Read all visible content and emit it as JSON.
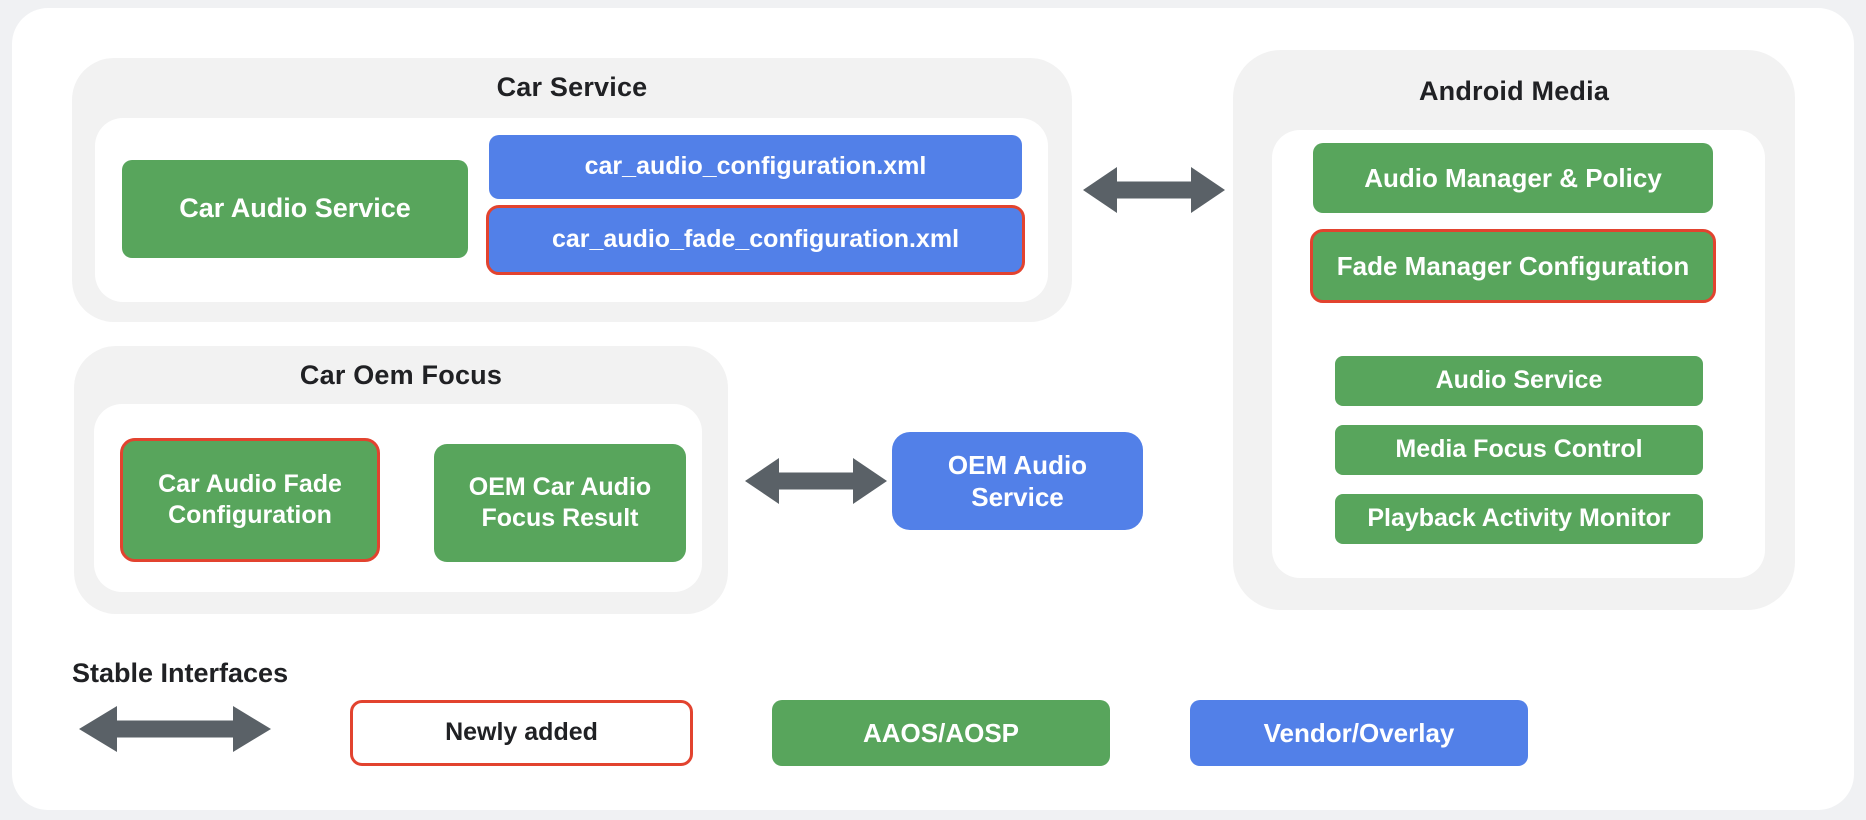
{
  "colors": {
    "green": "#58A55C",
    "blue": "#5280E8",
    "red_outline": "#E2432F",
    "arrow_gray": "#5A6167",
    "container_gray": "#F2F2F2",
    "page_bg": "#F0F1F3",
    "card_bg": "#FFFFFF",
    "dark_text": "#202124",
    "box_text": "#FFFFFF"
  },
  "car_service": {
    "title": "Car Service",
    "car_audio_service": "Car Audio Service",
    "config_xml": "car_audio_configuration.xml",
    "fade_config_xml": "car_audio_fade_configuration.xml"
  },
  "android_media": {
    "title": "Android Media",
    "items": [
      "Audio Manager & Policy",
      "Fade Manager Configuration",
      "Audio Service",
      "Media Focus Control",
      "Playback Activity Monitor"
    ]
  },
  "car_oem_focus": {
    "title": "Car Oem Focus",
    "fade_configuration": "Car Audio Fade Configuration",
    "focus_result": "OEM Car Audio Focus Result"
  },
  "oem_audio_service": {
    "label": "OEM Audio Service"
  },
  "legend": {
    "stable_interfaces": "Stable Interfaces",
    "newly_added": "Newly added",
    "aaos_aosp": "AAOS/AOSP",
    "vendor_overlay": "Vendor/Overlay"
  }
}
